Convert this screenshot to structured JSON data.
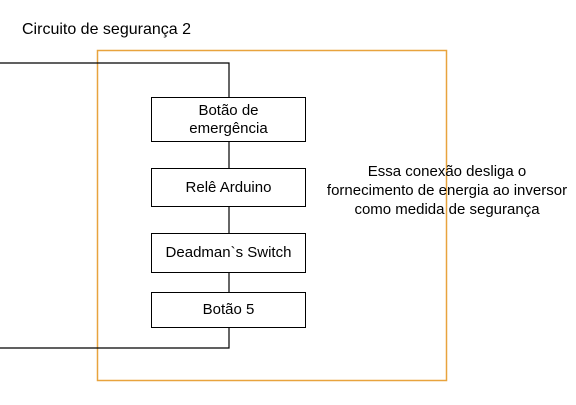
{
  "diagram": {
    "title": "Circuito de segurança 2",
    "boxes": {
      "emergency_button": "Botão de\nemergência",
      "arduino_relay": "Relê Arduino",
      "deadman_switch": "Deadman`s Switch",
      "button_5": "Botão 5"
    },
    "note": "Essa conexão desliga o\nfornecimento de energia ao inversor\ncomo medida de segurança"
  },
  "colors": {
    "boundary": "#e8a33d",
    "lines": "#000000",
    "box_border": "#000000",
    "background": "#ffffff"
  }
}
